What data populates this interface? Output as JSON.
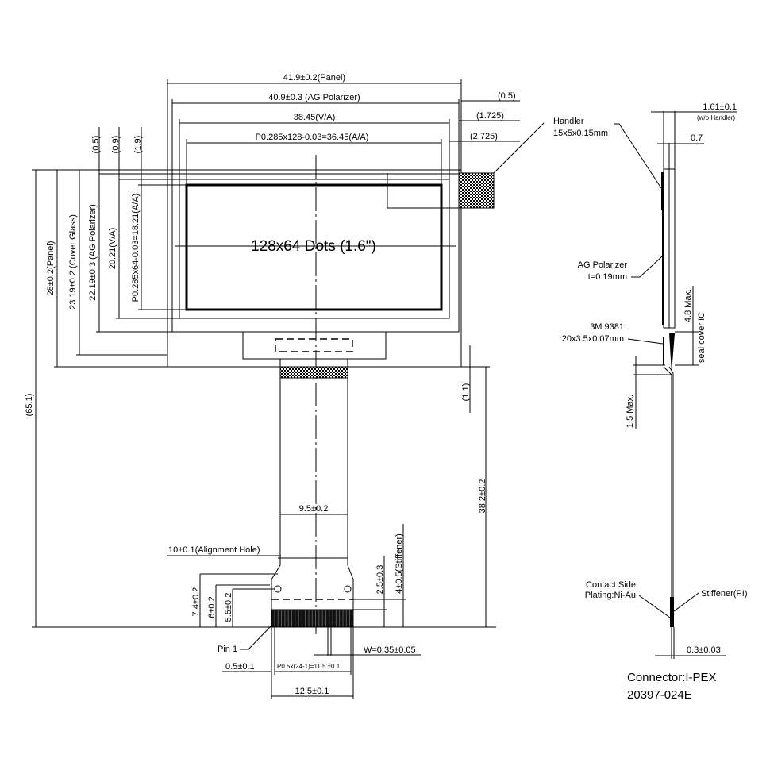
{
  "title": "128x64 Dots (1.6\")",
  "dims_top": {
    "panel": "41.9±0.2(Panel)",
    "ag_polarizer": "40.9±0.3 (AG Polarizer)",
    "va": "38.45(V/A)",
    "aa": "P0.285x128-0.03=36.45(A/A)"
  },
  "dims_offsets": {
    "o05": "(0.5)",
    "o1725": "(1.725)",
    "o2725": "(2.725)",
    "v05": "(0.5)",
    "v09": "(0.9)",
    "v19": "(1.9)"
  },
  "dims_left": {
    "total": "(65.1)",
    "panel": "28±0.2(Panel)",
    "cover": "23.19±0.2 (Cover Glass)",
    "ag": "22.19±0.3 (AG Polarizer)",
    "va": "20.21(V/A)",
    "aa": "P0.285x64-0.03=18.21(A/A)"
  },
  "dims_fpc": {
    "gap": "(1.1)",
    "length": "38.2±0.2",
    "width": "9.5±0.2",
    "align": "10±0.1(Alignment Hole)",
    "stiffener": "4±0.5(Stiffener)",
    "d25": "2.5±0.3",
    "d74": "7.4±0.2",
    "d6": "6±0.2",
    "d55": "5.5±0.2",
    "pin1": "Pin 1",
    "w": "W=0.35±0.05",
    "edge": "0.5±0.1",
    "pitch": "P0.5x(24-1)=11.5  ±0.1",
    "total_w": "12.5±0.1"
  },
  "side": {
    "handler": "Handler",
    "handler_size": "15x5x0.15mm",
    "thick": "1.61±0.1",
    "thick_note": "(w/o Handler)",
    "glass": "0.7",
    "ag": "AG Polarizer",
    "ag_t": "t=0.19mm",
    "tape": "3M 9381",
    "tape_size": "20x3.5x0.07mm",
    "ic_max": "4.8 Max.",
    "seal": "seal cover IC",
    "bend": "1.5 Max.",
    "contact": "Contact Side",
    "plating": "Plating:Ni-Au",
    "stiffener": "Stiffener(PI)",
    "fpc_t": "0.3±0.03"
  },
  "connector": {
    "line1": "Connector:I-PEX",
    "line2": "20397-024E"
  }
}
